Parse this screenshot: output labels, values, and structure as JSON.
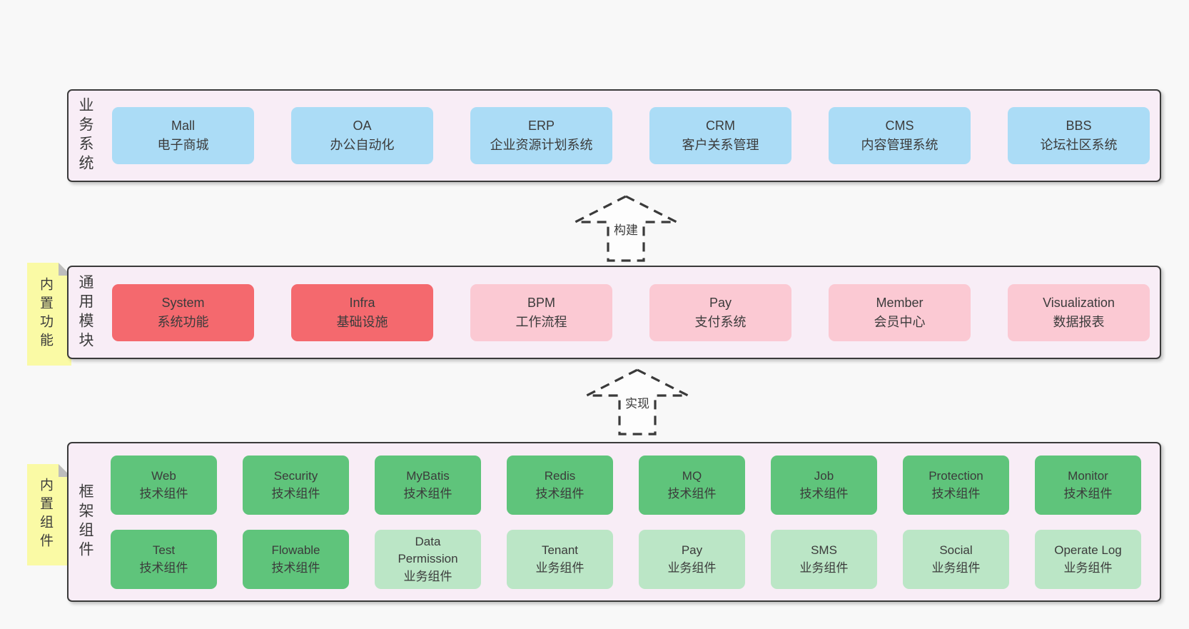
{
  "diagram": {
    "bands": [
      {
        "label": "业务系统",
        "boxes": [
          {
            "title": "Mall",
            "subtitle": "电子商城",
            "color": "blue"
          },
          {
            "title": "OA",
            "subtitle": "办公自动化",
            "color": "blue"
          },
          {
            "title": "ERP",
            "subtitle": "企业资源计划系统",
            "color": "blue"
          },
          {
            "title": "CRM",
            "subtitle": "客户关系管理",
            "color": "blue"
          },
          {
            "title": "CMS",
            "subtitle": "内容管理系统",
            "color": "blue"
          },
          {
            "title": "BBS",
            "subtitle": "论坛社区系统",
            "color": "blue"
          }
        ]
      },
      {
        "label": "通用模块",
        "sticky": "内置功能",
        "boxes": [
          {
            "title": "System",
            "subtitle": "系统功能",
            "color": "red"
          },
          {
            "title": "Infra",
            "subtitle": "基础设施",
            "color": "red"
          },
          {
            "title": "BPM",
            "subtitle": "工作流程",
            "color": "pink"
          },
          {
            "title": "Pay",
            "subtitle": "支付系统",
            "color": "pink"
          },
          {
            "title": "Member",
            "subtitle": "会员中心",
            "color": "pink"
          },
          {
            "title": "Visualization",
            "subtitle": "数据报表",
            "color": "pink"
          }
        ]
      },
      {
        "label": "框架组件",
        "sticky": "内置组件",
        "rows": [
          [
            {
              "title": "Web",
              "subtitle": "技术组件",
              "color": "green"
            },
            {
              "title": "Security",
              "subtitle": "技术组件",
              "color": "green"
            },
            {
              "title": "MyBatis",
              "subtitle": "技术组件",
              "color": "green"
            },
            {
              "title": "Redis",
              "subtitle": "技术组件",
              "color": "green"
            },
            {
              "title": "MQ",
              "subtitle": "技术组件",
              "color": "green"
            },
            {
              "title": "Job",
              "subtitle": "技术组件",
              "color": "green"
            },
            {
              "title": "Protection",
              "subtitle": "技术组件",
              "color": "green"
            },
            {
              "title": "Monitor",
              "subtitle": "技术组件",
              "color": "green"
            }
          ],
          [
            {
              "title": "Test",
              "subtitle": "技术组件",
              "color": "green"
            },
            {
              "title": "Flowable",
              "subtitle": "技术组件",
              "color": "green"
            },
            {
              "title": "Data Permission",
              "subtitle": "业务组件",
              "color": "lightgreen"
            },
            {
              "title": "Tenant",
              "subtitle": "业务组件",
              "color": "lightgreen"
            },
            {
              "title": "Pay",
              "subtitle": "业务组件",
              "color": "lightgreen"
            },
            {
              "title": "SMS",
              "subtitle": "业务组件",
              "color": "lightgreen"
            },
            {
              "title": "Social",
              "subtitle": "业务组件",
              "color": "lightgreen"
            },
            {
              "title": "Operate Log",
              "subtitle": "业务组件",
              "color": "lightgreen"
            }
          ]
        ]
      }
    ],
    "arrows": [
      {
        "label": "构建"
      },
      {
        "label": "实现"
      }
    ]
  },
  "colors": {
    "page": "#f8f8f8",
    "band": "#f8edf6",
    "border": "#3a3a3a",
    "text": "#3b3b3b",
    "blue": "#abdcf6",
    "red": "#f4696e",
    "pink": "#fbc9d3",
    "green": "#5fc47b",
    "lightgreen": "#bbe6c6",
    "sticky": "#fafaa5",
    "fold": "#bdbdbd"
  }
}
